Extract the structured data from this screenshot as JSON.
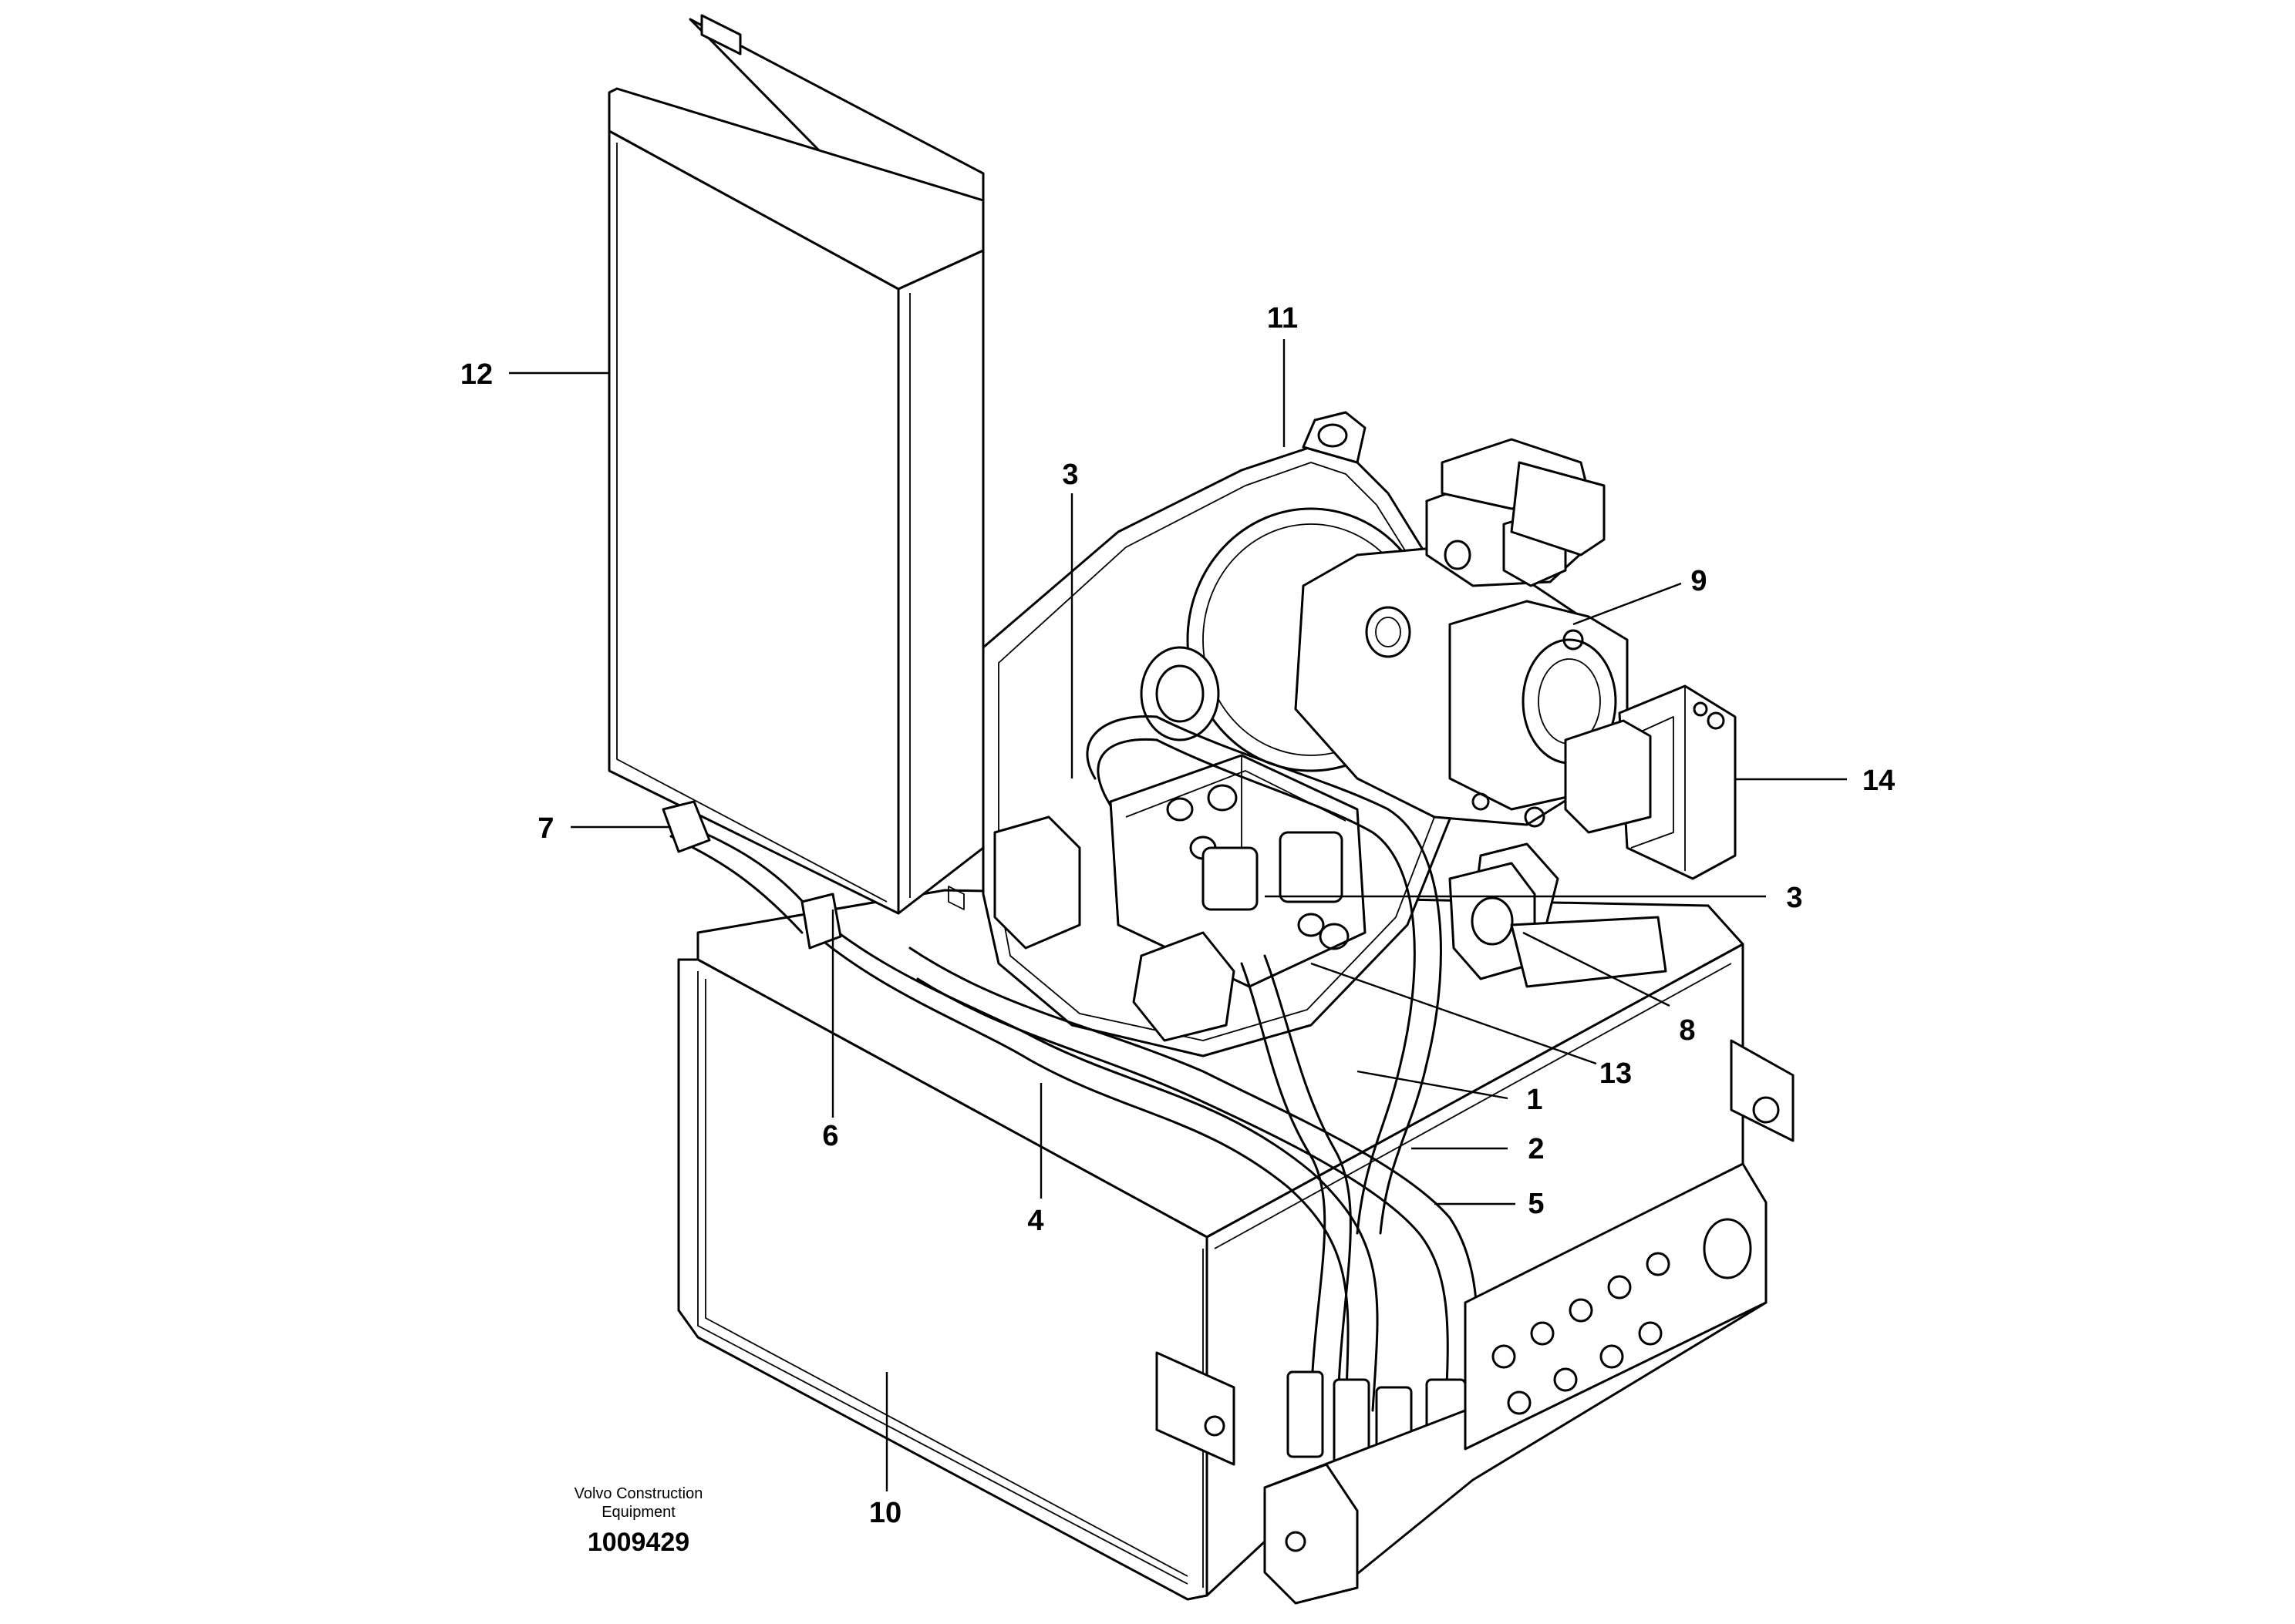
{
  "diagram": {
    "callouts": {
      "c1": "1",
      "c2": "2",
      "c3a": "3",
      "c3b": "3",
      "c4": "4",
      "c5": "5",
      "c6": "6",
      "c7": "7",
      "c8": "8",
      "c9": "9",
      "c10": "10",
      "c11": "11",
      "c12": "12",
      "c13": "13",
      "c14": "14"
    },
    "credit_line1": "Volvo Construction",
    "credit_line2": "Equipment",
    "document_number": "1009429"
  }
}
